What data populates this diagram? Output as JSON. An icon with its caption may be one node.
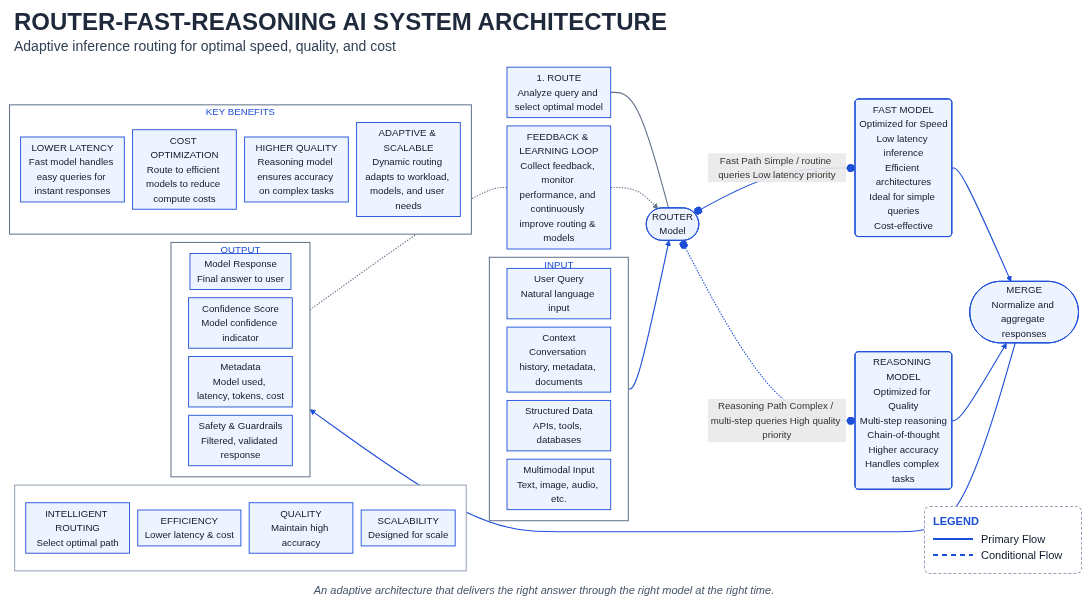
{
  "diagram": {
    "title": "ROUTER-FAST-REASONING AI SYSTEM ARCHITECTURE",
    "caption": "An adaptive architecture that delivers the right answer through the right model at the right time.",
    "nodes": [
      {
        "text": [],
        "shape": "box"
      },
      {
        "text": [
          "INTELLIGENT ROUTING",
          "Select optimal path"
        ],
        "in": 0
      },
      {
        "text": [
          "EFFICIENCY",
          "Lower latency & cost"
        ],
        "in": 0
      },
      {
        "text": [
          "QUALITY",
          "Maintain high accuracy"
        ],
        "in": 0
      },
      {
        "text": [
          "SCALABILITY",
          "Designed for scale"
        ],
        "in": 0
      },
      {
        "text": [
          "INPUT"
        ]
      },
      {
        "text": [
          "User Query",
          "Natural language input"
        ],
        "in": 5
      },
      {
        "text": [
          "Context",
          "Conversation history, metadata, documents"
        ],
        "in": 5
      },
      {
        "text": [
          "Structured Data",
          "APIs, tools, databases"
        ],
        "in": 5
      },
      {
        "text": [
          "Multimodal Input",
          "Text, image, audio, etc."
        ],
        "in": 5
      },
      {
        "text": [
          "1. ROUTE",
          "Analyze query and select optimal model"
        ]
      },
      {
        "text": [
          "ROUTER",
          "Model"
        ]
      },
      {
        "text": [
          "FAST MODEL",
          "Optimized for Speed",
          "Low latency inference",
          "Efficient architectures",
          "Ideal for simple queries",
          "Cost-effective"
        ]
      },
      {
        "text": [
          "REASONING MODEL",
          "Optimized for Quality",
          "Multi-step reasoning",
          "Chain-of-thought",
          "Higher accuracy",
          "Handles complex tasks"
        ]
      },
      {
        "text": [
          "MERGE",
          "Normalize and aggregate responses"
        ]
      },
      {
        "text": [
          "OUTPUT"
        ]
      },
      {
        "text": [
          "Model Response",
          "Final answer to user"
        ],
        "in": 15
      },
      {
        "text": [
          "Confidence Score",
          "Model confidence indicator"
        ],
        "in": 15
      },
      {
        "text": [
          "Metadata",
          "Model used, latency, tokens, cost"
        ],
        "in": 15
      },
      {
        "text": [
          "Safety & Guardrails",
          "Filtered, validated response"
        ],
        "in": 15
      },
      {
        "text": [
          "FEEDBACK & LEARNING LOOP",
          "Collect feedback, monitor performance, and continuously improve routing & models"
        ]
      },
      {
        "text": [
          "KEY BENEFITS"
        ]
      },
      {
        "text": [
          "LOWER LATENCY",
          "Fast model handles easy queries for instant responses"
        ],
        "in": 21
      },
      {
        "text": [
          "COST OPTIMIZATION",
          "Route to efficient models to reduce compute costs"
        ],
        "in": 21
      },
      {
        "text": [
          "HIGHER QUALITY",
          "Reasoning model ensures accuracy on complex tasks"
        ],
        "in": 21
      },
      {
        "text": [
          "ADAPTIVE & SCALABLE",
          "Dynamic routing adapts to workload, models, and user needs"
        ],
        "in": 21
      }
    ],
    "edges": [
      {
        "from": 5,
        "to": 11,
        "arrow": "to"
      },
      {
        "from": 10,
        "to": 11,
        "arrow": "none",
        "color": "#64748b"
      },
      {
        "from": 11,
        "to": 12,
        "arrow": "other",
        "label": "Fast Path Simple / routine queries Low latency priority"
      },
      {
        "from": 11,
        "to": 13,
        "arrow": "other",
        "style": "dashed",
        "label": "Reasoning Path Complex / multi-step queries High quality priority"
      },
      {
        "from": 12,
        "to": 14,
        "arrow": "to"
      },
      {
        "from": 13,
        "to": 14,
        "arrow": "to"
      },
      {
        "from": 14,
        "to": 15,
        "arrow": "to"
      },
      {
        "from": 15,
        "to": 20,
        "arrow": "none",
        "style": "dashed",
        "color": "#64748b"
      },
      {
        "from": 20,
        "to": 11,
        "arrow": "to",
        "style": "dashed",
        "color": "#64748b"
      }
    ],
    "labels": [
      "Adaptive inference routing for optimal speed, quality, and cost",
      "LEGEND"
    ],
    "legend": [
      {
        "text": "Primary Flow"
      },
      {
        "text": "Conditional Flow"
      }
    ]
  }
}
